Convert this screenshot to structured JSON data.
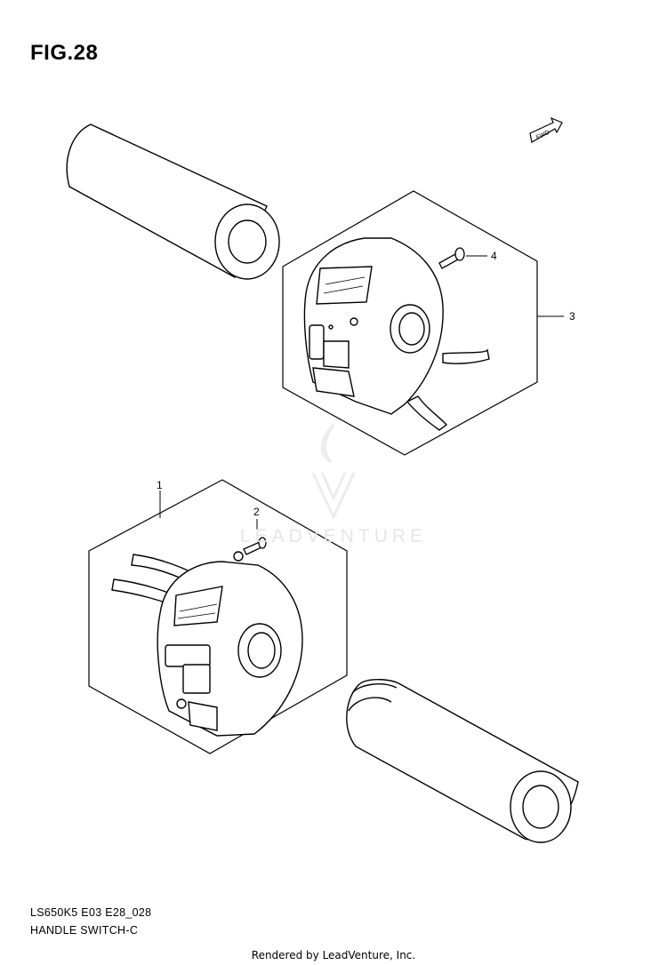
{
  "figure": {
    "title": "FIG.28"
  },
  "callouts": [
    {
      "number": "1"
    },
    {
      "number": "2"
    },
    {
      "number": "3"
    },
    {
      "number": "4"
    }
  ],
  "fwd_arrow": {
    "label": "FWD"
  },
  "watermark": {
    "text": "LEADVENTURE"
  },
  "footer": {
    "model_code": "LS650K5 E03 E28_028",
    "caption": "HANDLE SWITCH-C",
    "credit": "Rendered by LeadVenture, Inc."
  }
}
